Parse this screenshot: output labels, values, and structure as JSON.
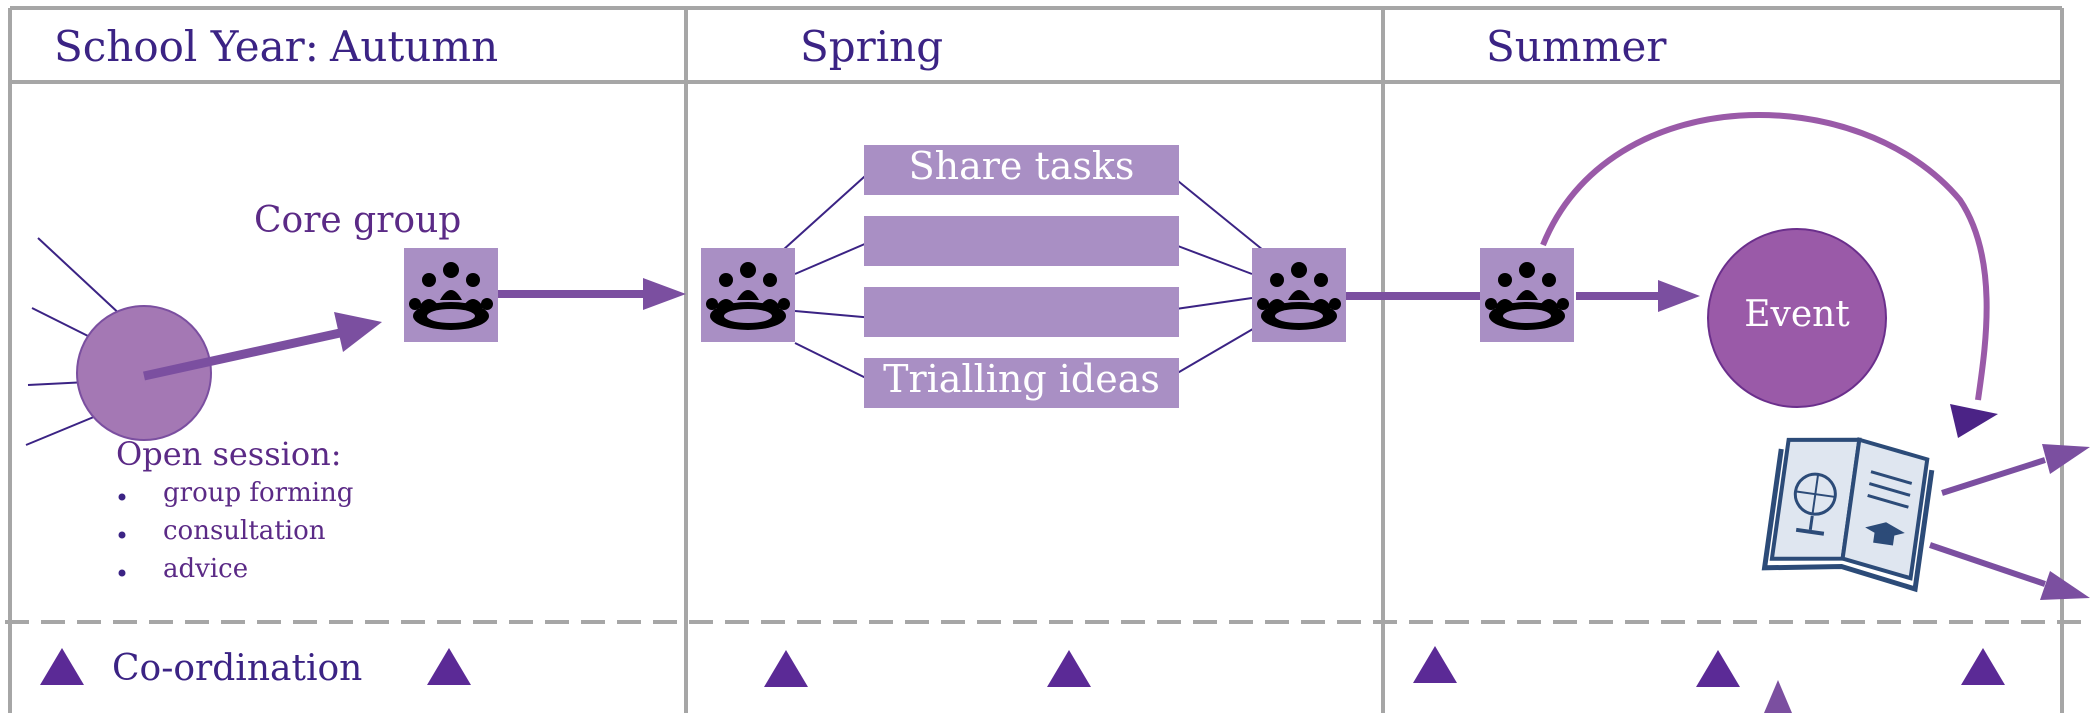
{
  "header": {
    "school_year_label": "School Year:",
    "seasons": [
      "Autumn",
      "Spring",
      "Summer"
    ]
  },
  "autumn": {
    "core_group_label": "Core group",
    "open_session_label": "Open session:",
    "open_session_items": [
      "group forming",
      "consultation",
      "advice"
    ]
  },
  "spring": {
    "boxes": [
      "Share tasks",
      "",
      "",
      "Trialling ideas"
    ]
  },
  "summer": {
    "event_label": "Event"
  },
  "footer": {
    "coordination_label": "Co-ordination"
  },
  "colors": {
    "dark_purple": "#3b2384",
    "mid_purple": "#7b4fa0",
    "light_purple": "#a98fc4",
    "circle_purple": "#9a5aa8",
    "grid_gray": "#a6a6a6"
  },
  "icons": [
    "meeting-group-icon",
    "open-book-icon",
    "coordination-triangle-icon"
  ]
}
